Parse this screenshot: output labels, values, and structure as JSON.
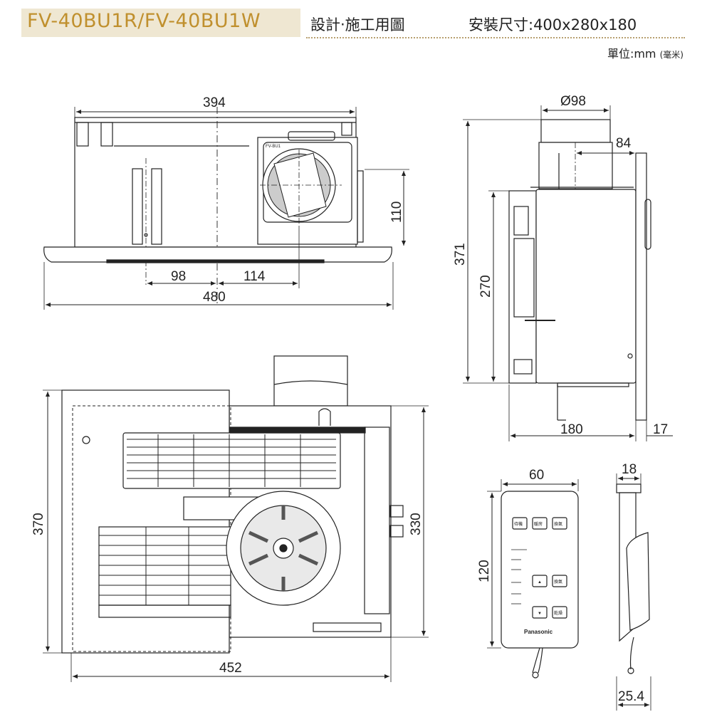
{
  "header": {
    "model": "FV-40BU1R/FV-40BU1W",
    "subtitle": "設計‧施工用圖",
    "size_label": "安裝尺寸:400x280x180",
    "unit_label": "單位:mm",
    "unit_note": "(毫米)"
  },
  "front_view": {
    "width_top": "394",
    "width_bottom": "480",
    "offset_left": "98",
    "offset_right": "114",
    "duct_height": "110",
    "nameplate": "FV-BU1"
  },
  "side_view": {
    "duct_diameter": "Ø98",
    "duct_offset": "84",
    "total_height": "371",
    "body_height": "270",
    "depth": "180",
    "panel_thickness": "17"
  },
  "bottom_view": {
    "panel_height": "370",
    "body_height": "330",
    "panel_width": "452"
  },
  "remote": {
    "width": "60",
    "height": "120",
    "depth": "18",
    "holder_depth": "25.4",
    "brand": "Panasonic",
    "buttons": [
      "待機",
      "暖房",
      "換氣",
      "▲",
      "換氣",
      "▼",
      "乾燥"
    ]
  },
  "colors": {
    "accent": "#c0902e",
    "accent_bg": "#efe7d2",
    "line": "#222222"
  }
}
